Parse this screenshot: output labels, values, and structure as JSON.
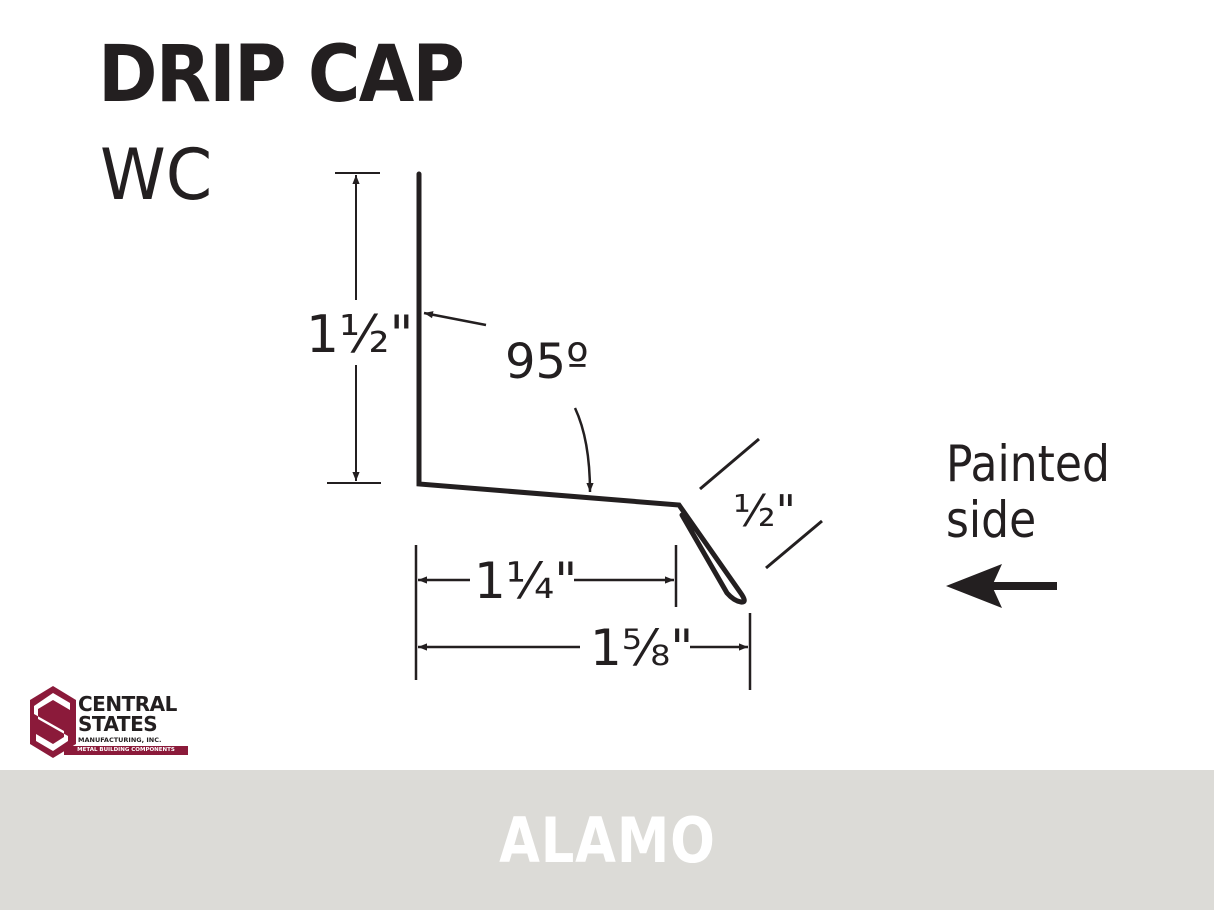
{
  "header": {
    "title": "DRIP CAP",
    "code": "WC"
  },
  "diagram": {
    "dimensions": {
      "vertical_height": "1½\"",
      "angle": "95º",
      "horizontal_inner": "1¼\"",
      "horizontal_overall": "1⅝\"",
      "hem": "½\""
    },
    "painted_side_line1": "Painted",
    "painted_side_line2": "side",
    "painted_side_arrow_icon": "arrow-left-icon"
  },
  "logo": {
    "line1": "CENTRAL",
    "line2": "STATES",
    "line3": "MANUFACTURING, INC.",
    "band": "METAL BUILDING COMPONENTS",
    "accent_color": "#8b1a3a"
  },
  "footer": {
    "color_name": "ALAMO",
    "background": "#dcdbd7"
  }
}
